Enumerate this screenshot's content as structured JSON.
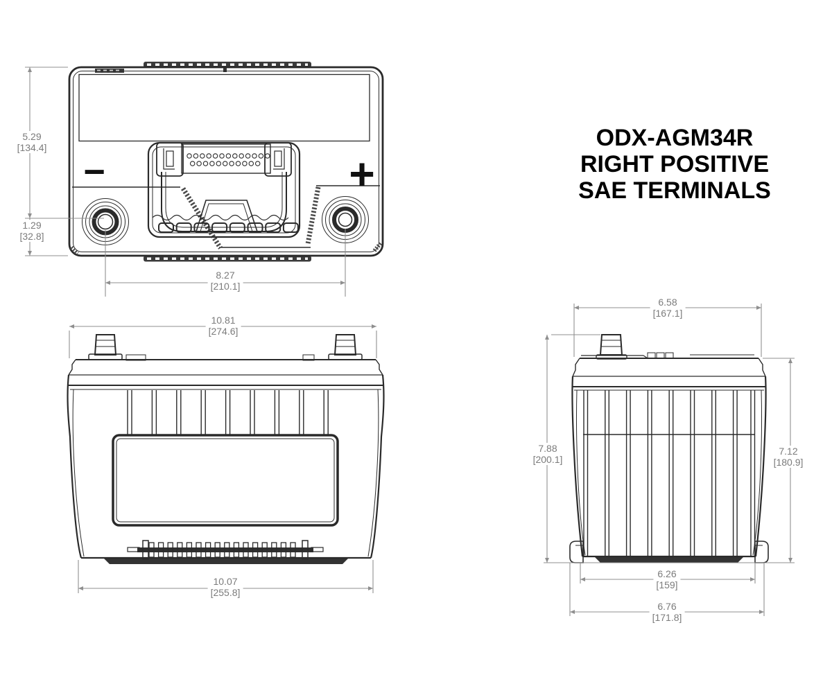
{
  "title": {
    "line1": "ODX-AGM34R",
    "line2": "RIGHT POSITIVE",
    "line3": "SAE TERMINALS"
  },
  "polarity": {
    "negative": "−",
    "positive": "+"
  },
  "colors": {
    "line": "#2a2a2a",
    "dimension": "#8f8f8f",
    "dim_text": "#7b7b7b",
    "background": "#ffffff",
    "title_text": "#000000"
  },
  "views": {
    "top": {
      "name": "battery top view",
      "dimensions": {
        "depth_upper": {
          "inches": "5.29",
          "mm": "[134.4]"
        },
        "depth_lower": {
          "inches": "1.29",
          "mm": "[32.8]"
        },
        "terminal_spacing": {
          "inches": "8.27",
          "mm": "[210.1]"
        }
      }
    },
    "front": {
      "name": "battery front view",
      "dimensions": {
        "overall_width": {
          "inches": "10.81",
          "mm": "[274.6]"
        },
        "base_width": {
          "inches": "10.07",
          "mm": "[255.8]"
        }
      }
    },
    "side": {
      "name": "battery side view",
      "dimensions": {
        "overall_depth": {
          "inches": "6.58",
          "mm": "[167.1]"
        },
        "overall_height": {
          "inches": "7.88",
          "mm": "[200.1]"
        },
        "case_height": {
          "inches": "7.12",
          "mm": "[180.9]"
        },
        "base_depth_inner": {
          "inches": "6.26",
          "mm": "[159]"
        },
        "base_depth_outer": {
          "inches": "6.76",
          "mm": "[171.8]"
        }
      }
    }
  }
}
